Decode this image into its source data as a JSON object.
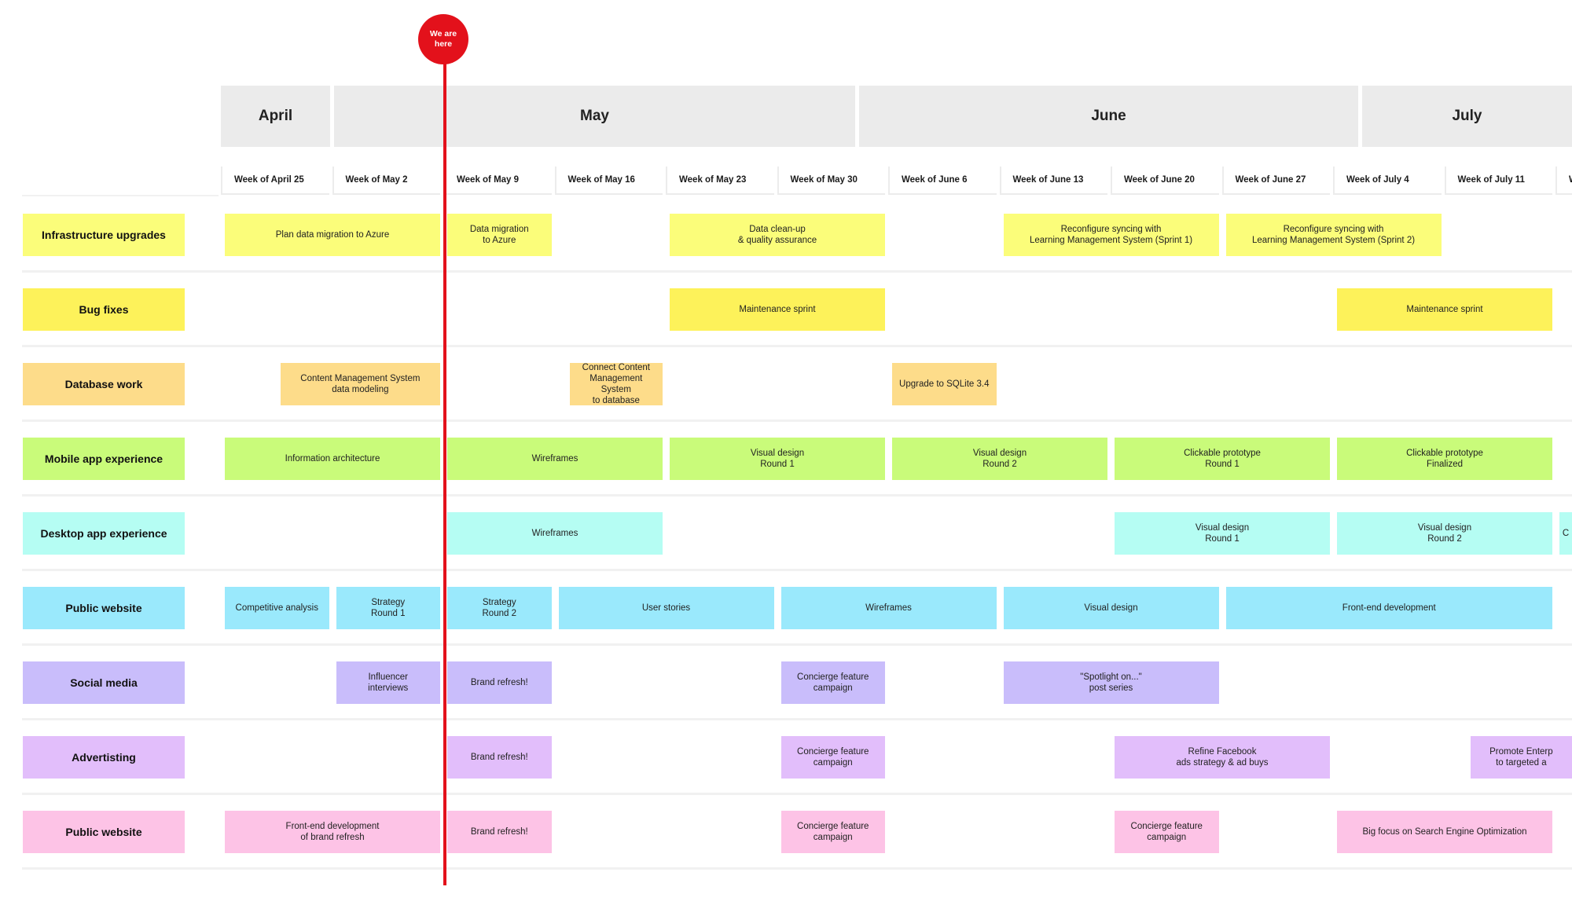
{
  "marker": {
    "label": "We are\nhere",
    "color": "#e3111b"
  },
  "months": [
    "April",
    "May",
    "June",
    "July"
  ],
  "weeks": [
    "Week of April 25",
    "Week of May 2",
    "Week of May 9",
    "Week of May 16",
    "Week of May 23",
    "Week of May 30",
    "Week of June 6",
    "Week of June 13",
    "Week of June 20",
    "Week of June 27",
    "Week of July 4",
    "Week of July 11",
    "W"
  ],
  "rows": [
    {
      "label": "Infrastructure upgrades",
      "color": "#fbfd7a",
      "items": [
        {
          "text": "Plan data migration to Azure",
          "start": 0,
          "end": 2
        },
        {
          "text": "Data migration\nto Azure",
          "start": 2,
          "end": 3
        },
        {
          "text": "Data clean-up\n& quality assurance",
          "start": 4,
          "end": 6
        },
        {
          "text": "Reconfigure syncing with\nLearning Management System (Sprint 1)",
          "start": 7,
          "end": 9
        },
        {
          "text": "Reconfigure syncing with\nLearning Management System (Sprint 2)",
          "start": 9,
          "end": 11
        }
      ]
    },
    {
      "label": "Bug fixes",
      "color": "#fdf25a",
      "items": [
        {
          "text": "Maintenance sprint",
          "start": 4,
          "end": 6
        },
        {
          "text": "Maintenance sprint",
          "start": 10,
          "end": 12
        }
      ]
    },
    {
      "label": "Database work",
      "color": "#fddc8a",
      "items": [
        {
          "text": "Content Management System\ndata modeling",
          "start": 0.5,
          "end": 2
        },
        {
          "text": "Connect Content\nManagement System\nto database",
          "start": 3.1,
          "end": 4
        },
        {
          "text": "Upgrade to SQLite 3.4",
          "start": 6,
          "end": 7
        }
      ]
    },
    {
      "label": "Mobile app experience",
      "color": "#c9fb7a",
      "items": [
        {
          "text": "Information architecture",
          "start": 0,
          "end": 2
        },
        {
          "text": "Wireframes",
          "start": 2,
          "end": 4
        },
        {
          "text": "Visual design\nRound 1",
          "start": 4,
          "end": 6
        },
        {
          "text": "Visual design\nRound 2",
          "start": 6,
          "end": 8
        },
        {
          "text": "Clickable prototype\nRound 1",
          "start": 8,
          "end": 10
        },
        {
          "text": "Clickable prototype\nFinalized",
          "start": 10,
          "end": 12
        }
      ]
    },
    {
      "label": "Desktop app experience",
      "color": "#b5fdf3",
      "items": [
        {
          "text": "Wireframes",
          "start": 2,
          "end": 4
        },
        {
          "text": "Visual design\nRound 1",
          "start": 8,
          "end": 10
        },
        {
          "text": "Visual design\nRound 2",
          "start": 10,
          "end": 12
        },
        {
          "text": "C",
          "start": 12,
          "end": 13
        }
      ]
    },
    {
      "label": "Public website",
      "color": "#9ae9fc",
      "items": [
        {
          "text": "Competitive analysis",
          "start": 0,
          "end": 1
        },
        {
          "text": "Strategy\nRound 1",
          "start": 1,
          "end": 2
        },
        {
          "text": "Strategy\nRound 2",
          "start": 2,
          "end": 3
        },
        {
          "text": "User stories",
          "start": 3,
          "end": 5
        },
        {
          "text": "Wireframes",
          "start": 5,
          "end": 7
        },
        {
          "text": "Visual design",
          "start": 7,
          "end": 9
        },
        {
          "text": "Front-end development",
          "start": 9,
          "end": 12
        }
      ]
    },
    {
      "label": "Social media",
      "color": "#c9bdfb",
      "items": [
        {
          "text": "Influencer\ninterviews",
          "start": 1,
          "end": 2
        },
        {
          "text": "Brand refresh!",
          "start": 2,
          "end": 3
        },
        {
          "text": "Concierge feature\ncampaign",
          "start": 5,
          "end": 6
        },
        {
          "text": "\"Spotlight on...\"\npost series",
          "start": 7,
          "end": 9
        }
      ]
    },
    {
      "label": "Advertisting",
      "color": "#e2befb",
      "items": [
        {
          "text": "Brand refresh!",
          "start": 2,
          "end": 3
        },
        {
          "text": "Concierge feature\ncampaign",
          "start": 5,
          "end": 6
        },
        {
          "text": "Refine Facebook\nads strategy & ad buys",
          "start": 8,
          "end": 10
        },
        {
          "text": "Promote Enterp\nto targeted a",
          "start": 11.2,
          "end": 12.5
        }
      ]
    },
    {
      "label": "Public website",
      "color": "#fdc3e6",
      "items": [
        {
          "text": "Front-end development\nof brand refresh",
          "start": 0,
          "end": 2
        },
        {
          "text": "Brand refresh!",
          "start": 2,
          "end": 3
        },
        {
          "text": "Concierge feature\ncampaign",
          "start": 5,
          "end": 6
        },
        {
          "text": "Concierge feature\ncampaign",
          "start": 8,
          "end": 9
        },
        {
          "text": "Big focus on Search Engine Optimization",
          "start": 10,
          "end": 12
        }
      ]
    }
  ]
}
